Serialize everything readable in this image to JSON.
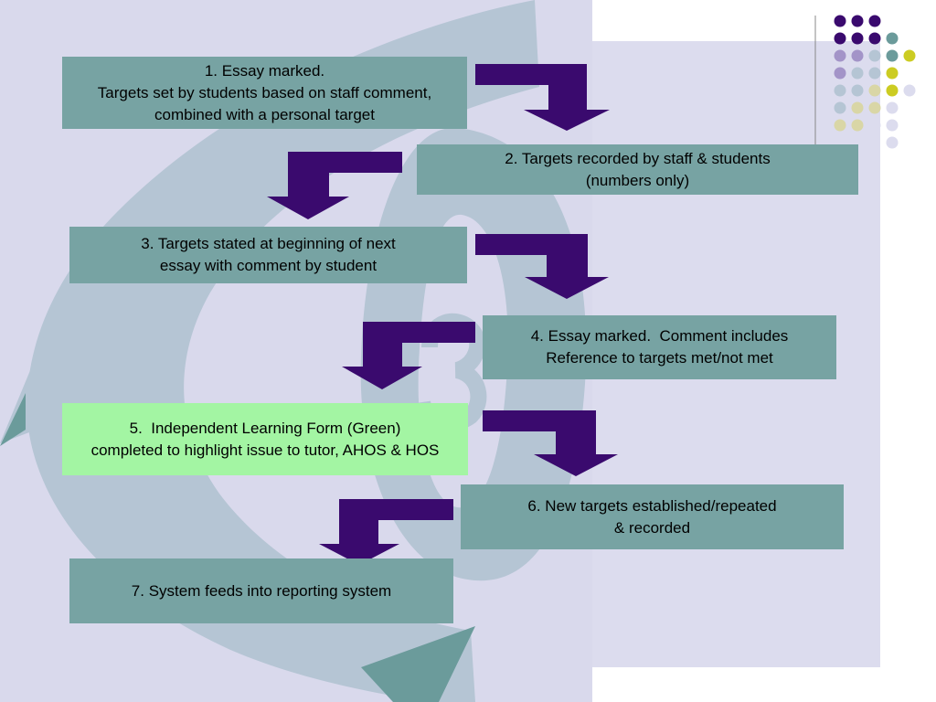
{
  "colors": {
    "slide_panel": "#d9d9ec",
    "right_panel": "#dcdcee",
    "backdrop_shape": "#b5c5d4",
    "backdrop_edge": "#6b9b9b",
    "box_fill": "#77a3a3",
    "highlight_fill": "#a3f5a3",
    "arrow_fill": "#3a0a6e",
    "text": "#000000"
  },
  "steps": [
    {
      "id": 1,
      "lines": [
        "1. Essay marked.",
        "Targets set by students based on staff comment,",
        "combined with a personal target"
      ],
      "highlight": false
    },
    {
      "id": 2,
      "lines": [
        "2. Targets recorded by staff & students",
        "(numbers only)"
      ],
      "highlight": false
    },
    {
      "id": 3,
      "lines": [
        "3. Targets stated at beginning of next",
        "essay with comment by student"
      ],
      "highlight": false
    },
    {
      "id": 4,
      "lines": [
        "4. Essay marked.  Comment includes",
        "Reference to targets met/not met"
      ],
      "highlight": false
    },
    {
      "id": 5,
      "lines": [
        "5.  Independent Learning Form (Green)",
        "completed to highlight issue to tutor, AHOS & HOS"
      ],
      "highlight": true
    },
    {
      "id": 6,
      "lines": [
        "6. New targets established/repeated",
        "& recorded"
      ],
      "highlight": false
    },
    {
      "id": 7,
      "lines": [
        "7. System feeds into reporting system"
      ],
      "highlight": false
    }
  ],
  "dot_grid": {
    "colors": [
      "#3a0a6e",
      "#a394c8",
      "#b5c5d4",
      "#6b9b9b",
      "#cccc22",
      "#d9d6a6",
      "#dcdcee"
    ],
    "rows": [
      [
        0,
        0,
        0,
        -1,
        -1
      ],
      [
        0,
        0,
        0,
        3,
        -1
      ],
      [
        1,
        1,
        2,
        3,
        4
      ],
      [
        1,
        2,
        2,
        4,
        -1
      ],
      [
        2,
        2,
        5,
        4,
        6
      ],
      [
        2,
        5,
        5,
        6,
        -1
      ],
      [
        5,
        5,
        6,
        6,
        -1
      ],
      [
        -1,
        6,
        -1,
        6,
        -1
      ]
    ]
  }
}
